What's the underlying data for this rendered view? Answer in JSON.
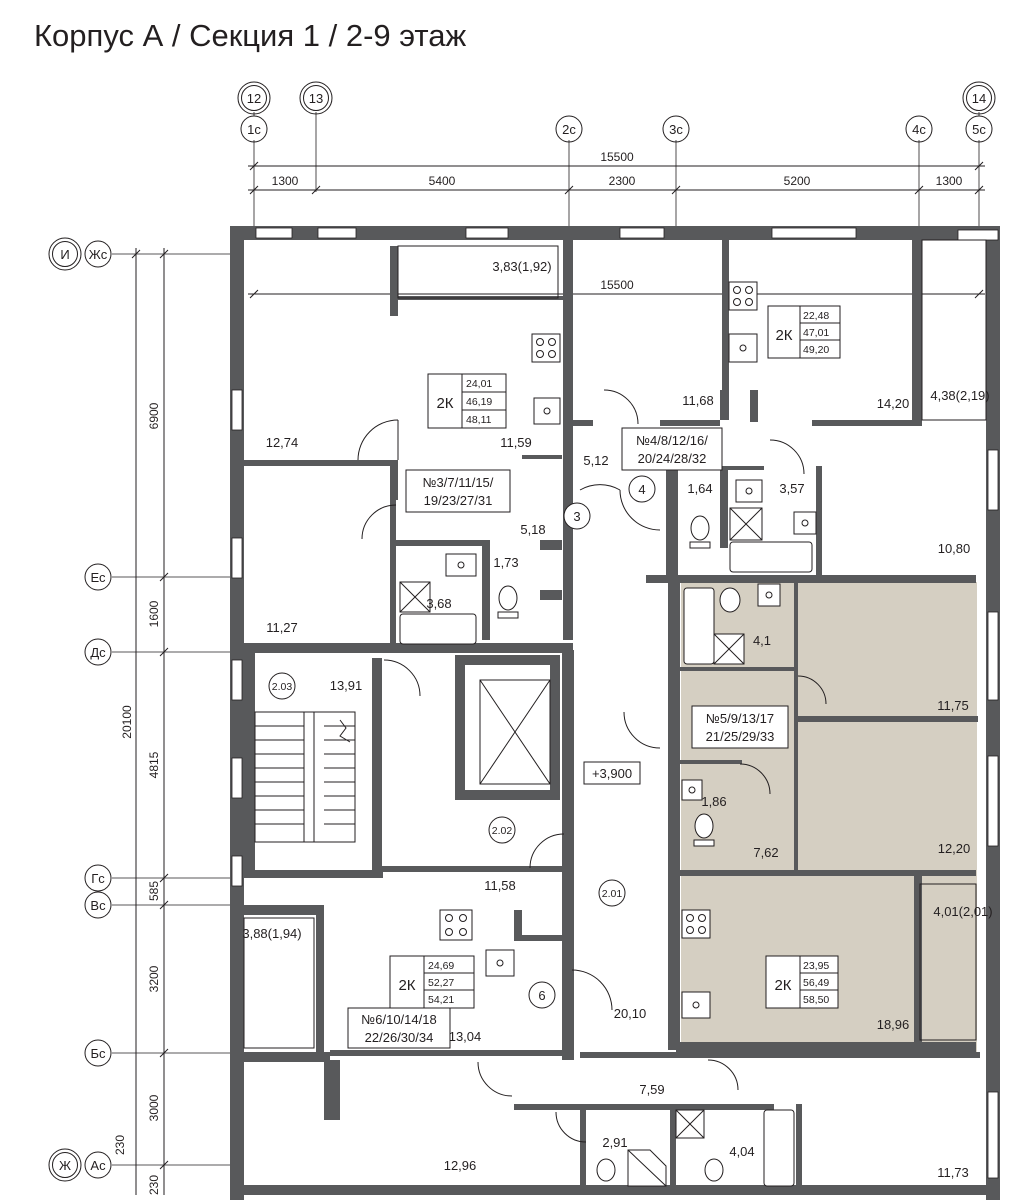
{
  "title": "Корпус А / Секция 1 / 2-9 этаж",
  "axes_top": {
    "circles_upper": [
      "12",
      "13",
      "14"
    ],
    "circles_lower": [
      "1с",
      "2с",
      "3с",
      "4с",
      "5с"
    ]
  },
  "axes_left": {
    "main": "И",
    "letters": [
      "Жс",
      "Ес",
      "Дс",
      "Гс",
      "Вс",
      "Бс",
      "Ж",
      "Ас"
    ]
  },
  "dims_top": {
    "total": "15500",
    "segments": [
      "1300",
      "5400",
      "2300",
      "5200",
      "1300"
    ],
    "inner_total": "15500"
  },
  "dims_left": {
    "total": "20100",
    "segments": [
      "6900",
      "1600",
      "4815",
      "585",
      "3200",
      "3000",
      "230",
      "230"
    ]
  },
  "rooms": [
    "3,83(1,92)",
    "12,74",
    "11,59",
    "11,68",
    "14,20",
    "4,38(2,19)",
    "5,12",
    "1,64",
    "3,57",
    "10,80",
    "5,18",
    "1,73",
    "3,68",
    "11,27",
    "4,1",
    "11,75",
    "13,91",
    "11,58",
    "1,86",
    "7,62",
    "12,20",
    "3,88(1,94)",
    "13,04",
    "20,10",
    "18,96",
    "4,01(2,01)",
    "7,59",
    "2,91",
    "4,04",
    "12,96",
    "11,73"
  ],
  "apartment_boxes": [
    {
      "type": "2К",
      "v1": "24,01",
      "v2": "46,19",
      "v3": "48,11"
    },
    {
      "type": "2К",
      "v1": "22,48",
      "v2": "47,01",
      "v3": "49,20"
    },
    {
      "type": "2К",
      "v1": "24,69",
      "v2": "52,27",
      "v3": "54,21"
    },
    {
      "type": "2К",
      "v1": "23,95",
      "v2": "56,49",
      "v3": "58,50"
    }
  ],
  "flat_number_labels": [
    {
      "line1": "№3/7/11/15/",
      "line2": "19/23/27/31"
    },
    {
      "line1": "№4/8/12/16/",
      "line2": "20/24/28/32"
    },
    {
      "line1": "№5/9/13/17",
      "line2": "21/25/29/33"
    },
    {
      "line1": "№6/10/14/18",
      "line2": "22/26/30/34"
    }
  ],
  "door_circles": [
    "3",
    "4",
    "6"
  ],
  "zone_tags": [
    "2.03",
    "2.02",
    "2.01"
  ],
  "level_mark": "+3,900",
  "colors": {
    "walls": "#58595b",
    "highlight": "#d5cfc2",
    "lines": "#231f20"
  }
}
